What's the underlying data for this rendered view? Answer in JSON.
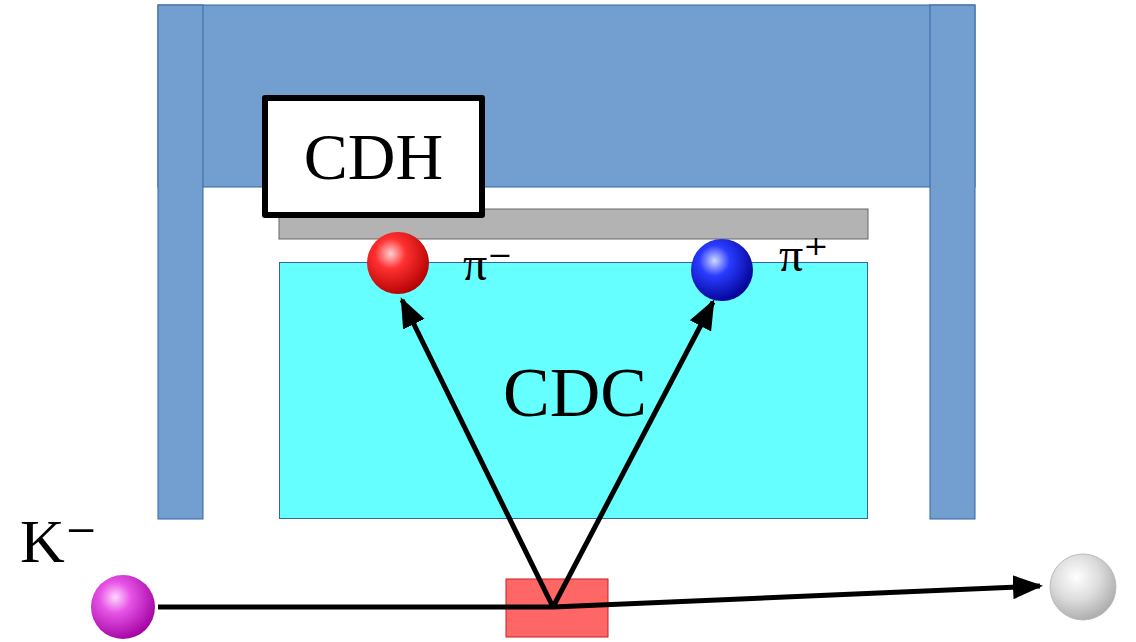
{
  "diagram": {
    "nodes": [
      {
        "text": [
          "CDH"
        ]
      },
      {
        "text": [
          "CDC"
        ]
      },
      {
        "text": [
          "π⁻"
        ]
      },
      {
        "text": [
          "π⁺"
        ]
      }
    ],
    "labels": [
      "K⁻"
    ]
  }
}
